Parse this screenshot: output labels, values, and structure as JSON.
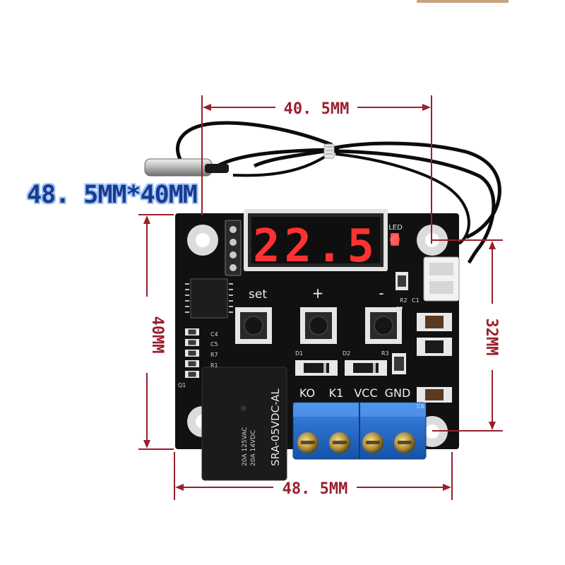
{
  "image": {
    "subject": "W1209 digital thermostat module",
    "size_label": "48. 5MM*40MM",
    "dimensions": {
      "top_width": "40. 5MM",
      "bottom_width": "48. 5MM",
      "left_height": "40MM",
      "right_height": "32MM"
    },
    "display_readout": "22.5",
    "led_label": "LED",
    "button_labels": [
      "set",
      "+",
      "-"
    ],
    "terminal_labels": [
      "KO",
      "K1",
      "VCC",
      "GND"
    ],
    "relay_text": {
      "model": "SRA-05VDC-AL",
      "rating_1": "20A 14VDC",
      "rating_2": "20A 125VAC"
    },
    "component_labels": [
      "C4",
      "C5",
      "R7",
      "R1",
      "Q1",
      "D1",
      "D2",
      "R3",
      "R2",
      "C1",
      "C6",
      "C2"
    ],
    "colors": {
      "dimension": "#9a1f2e",
      "pcb": "#111111",
      "terminal_block": "#1e6ad0",
      "display_digits": "#ff3232",
      "title_text": "#1a3a8c",
      "title_outline": "#9ec4ff"
    }
  }
}
